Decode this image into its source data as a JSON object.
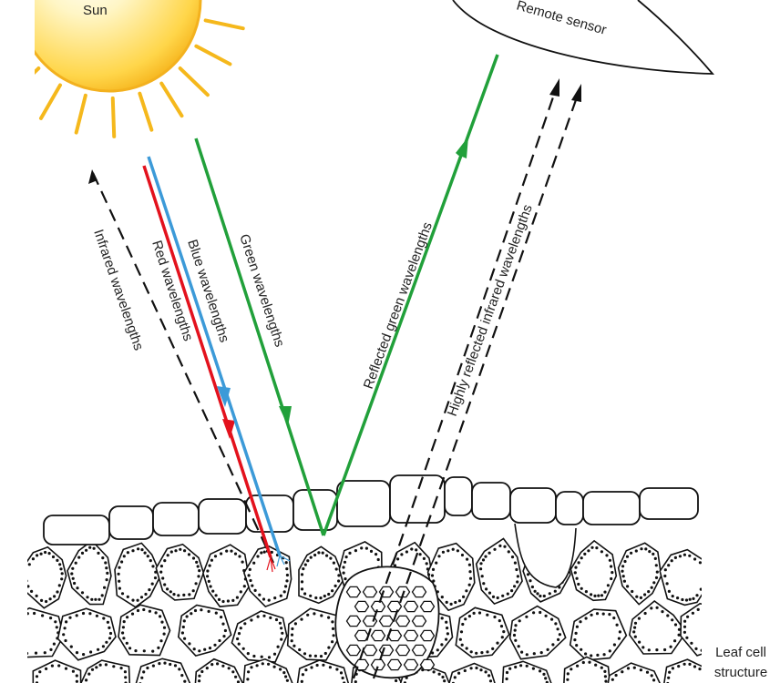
{
  "labels": {
    "sun": "Sun",
    "remote_sensor": "Remote sensor",
    "infrared": "Infrared wavelengths",
    "red": "Red wavelengths",
    "blue": "Blue wavelengths",
    "green": "Green wavelengths",
    "reflected_green": "Reflected green wavelengths",
    "highly_reflected_infrared": "Highly reflected infrared wavelengths",
    "leaf_line1": "Leaf cell",
    "leaf_line2": "structure"
  },
  "colors": {
    "sun_core": "#ffd94a",
    "sun_rays": "#f5b81c",
    "red": "#e3121d",
    "blue": "#3c9ad8",
    "green": "#21a03a",
    "infrared": "#111111"
  },
  "icons": [
    "sun-icon",
    "remote-sensor-icon"
  ]
}
